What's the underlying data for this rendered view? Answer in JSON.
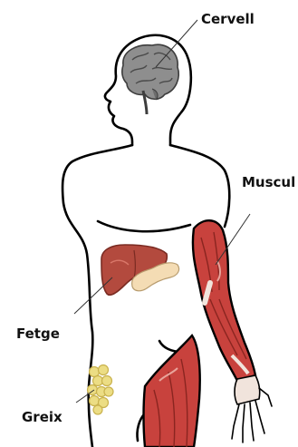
{
  "labels": {
    "brain": "Cervell",
    "muscle": "Muscul",
    "liver": "Fetge",
    "fat": "Greix"
  },
  "colors": {
    "outline": "#000000",
    "brain": "#8e8e8e",
    "brain_dark": "#4a4a4a",
    "liver": "#b34a3e",
    "liver_dark": "#7a2b22",
    "pancreas": "#f4dcb4",
    "muscle": "#c8423d",
    "muscle_light": "#e8a49b",
    "tendon": "#f1e4dc",
    "fat": "#ecdd84",
    "fat_edge": "#c9b24e",
    "leader_line": "#333333"
  },
  "icons": {
    "brain": "brain-icon",
    "liver": "liver-icon",
    "pancreas": "pancreas-icon",
    "arm_muscle": "arm-muscle-icon",
    "leg_muscle": "leg-muscle-icon",
    "fat": "fat-deposit-icon"
  }
}
